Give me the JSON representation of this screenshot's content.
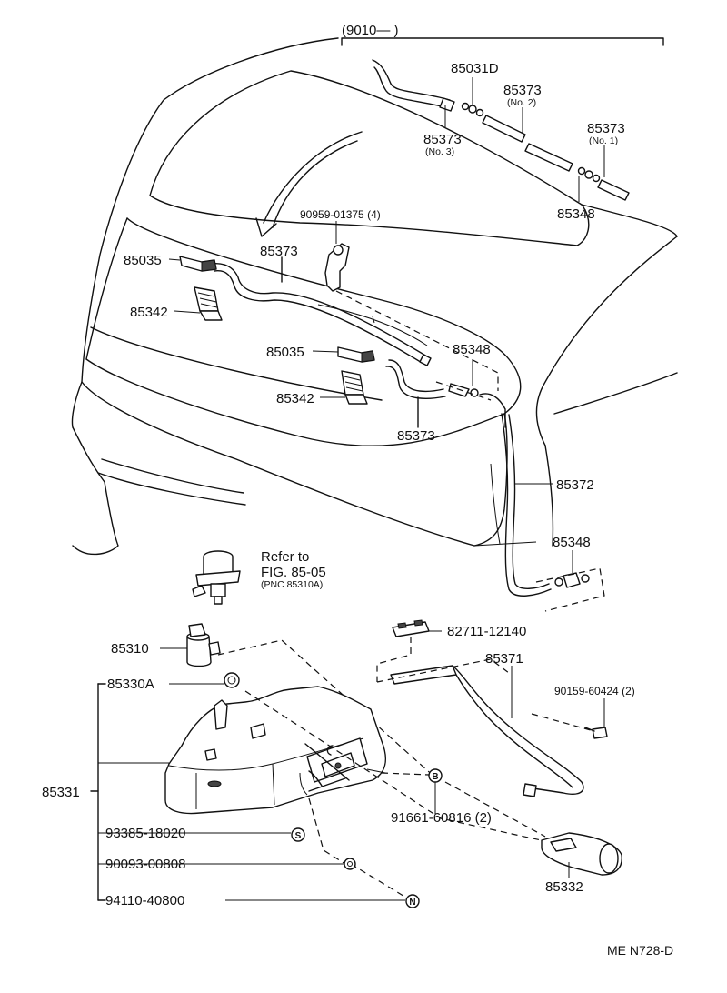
{
  "bracket_label": "(9010—        )",
  "labels": {
    "p85031D": "85031D",
    "p85373_no2": "85373",
    "p85373_no2_sub": "(No. 2)",
    "p85373_no1": "85373",
    "p85373_no1_sub": "(No. 1)",
    "p85373_no3": "85373",
    "p85373_no3_sub": "(No. 3)",
    "p85348_top": "85348",
    "p90959": "90959-01375 (4)",
    "p85373_upper": "85373",
    "p85035_left": "85035",
    "p85342_left": "85342",
    "p85035_mid": "85035",
    "p85348_mid": "85348",
    "p85342_mid": "85342",
    "p85373_lower": "85373",
    "p85372": "85372",
    "p85348_low": "85348",
    "refer_1": "Refer to",
    "refer_2": "FIG. 85-05",
    "refer_3": "(PNC 85310A)",
    "p82711": "82711-12140",
    "p85310": "85310",
    "p85371": "85371",
    "p85330A": "85330A",
    "p90159": "90159-60424 (2)",
    "p85331": "85331",
    "p91661": "91661-60816 (2)",
    "p93385": "93385-18020",
    "p90093": "90093-00808",
    "p94110": "94110-40800",
    "p85332": "85332"
  },
  "symbols": {
    "B": "B",
    "S": "S",
    "N": "N"
  },
  "drawing_code": "ME N728-D"
}
